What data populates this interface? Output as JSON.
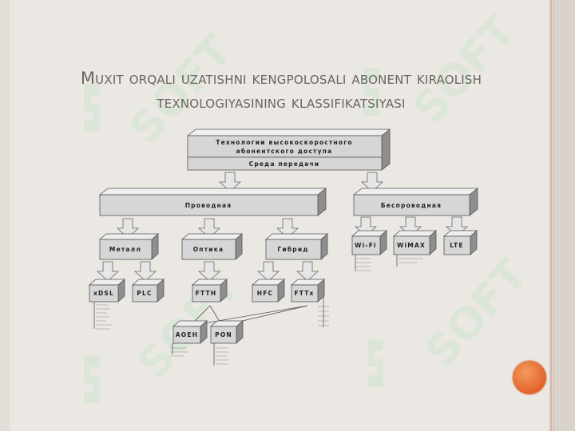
{
  "slide": {
    "title_line1": "Muxit orqali uzatishni kengpolosali abonent kiraolish",
    "title_line2": "texnologiyasining klassifikatsiyasi",
    "watermark": "SOFT"
  },
  "diagram": {
    "root_line1": "Технологии высокоскоростного",
    "root_line2": "абонентского доступа",
    "root_sub": "Среда передачи",
    "wired": "Проводная",
    "wireless": "Беспроводная",
    "metal": "Металл",
    "optics": "Оптика",
    "hybrid": "Гибрид",
    "xdsl": "xDSL",
    "plc": "PLC",
    "ftth": "FTTH",
    "hfc": "HFC",
    "fttx": "FTTx",
    "aoen": "AOEH",
    "pon": "PON",
    "wifi": "Wi-Fi",
    "wimax": "WiMAX",
    "lte": "LTE"
  },
  "colors": {
    "box_front": "#d6d6d6",
    "box_top": "#eeeeee",
    "box_side": "#8e8e8e",
    "accent_circle": "#e8692f"
  }
}
